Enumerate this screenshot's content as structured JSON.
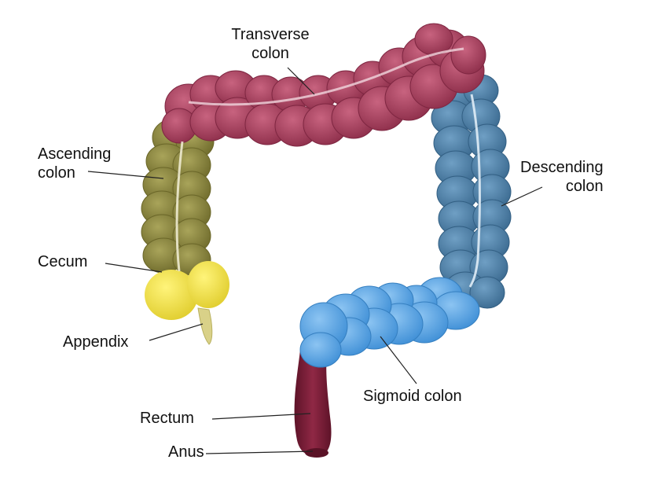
{
  "labels": {
    "transverse": [
      "Transverse",
      "colon"
    ],
    "ascending": [
      "Ascending",
      "colon"
    ],
    "descending": [
      "Descending",
      "colon"
    ],
    "cecum": "Cecum",
    "appendix": "Appendix",
    "sigmoid": "Sigmoid colon",
    "rectum": "Rectum",
    "anus": "Anus"
  },
  "colors": {
    "ascending": "#8e8a3f",
    "transverse": "#a6405f",
    "descending": "#4b7ea6",
    "sigmoid": "#5aa3e2",
    "cecum": "#f2e24a",
    "appendix": "#d8d08a",
    "rectum": "#7a1e36"
  }
}
